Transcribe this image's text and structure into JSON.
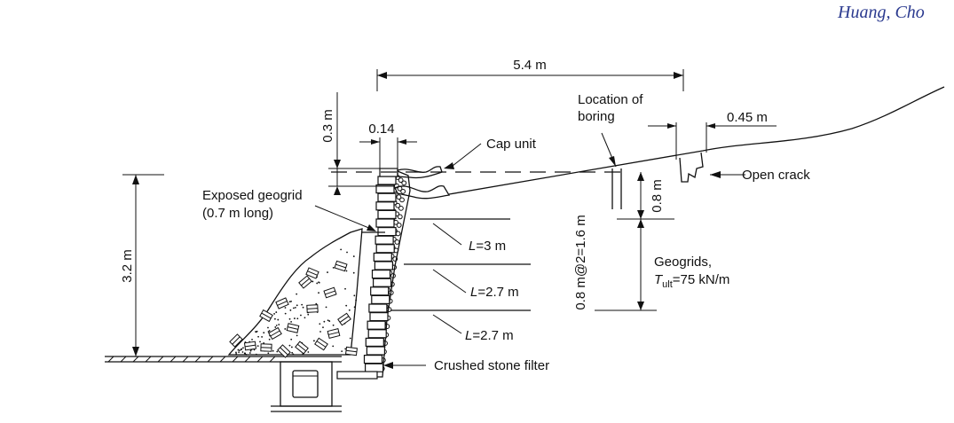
{
  "header": {
    "author_text": "Huang, Cho"
  },
  "dimensions": {
    "top_width": "5.4 m",
    "cap_height": "0.3 m",
    "cap_offset": "0.14",
    "crack_offset": "0.45 m",
    "wall_height": "3.2 m",
    "grid_spacing_top": "0.8 m",
    "grid_spacing_total": "0.8 m@2=1.6 m"
  },
  "labels": {
    "cap_unit": "Cap unit",
    "location_line1": "Location of",
    "location_line2": "boring",
    "open_crack": "Open crack",
    "exposed_line1": "Exposed geogrid",
    "exposed_line2": "(0.7 m long)",
    "geogrids_line1": "Geogrids,",
    "geogrids_T": "T",
    "geogrids_sub": "ult",
    "geogrids_rest": "=75 kN/m",
    "crushed_stone": "Crushed stone filter"
  },
  "geogrid_layers": [
    {
      "L": "L",
      "value": "=3 m"
    },
    {
      "L": "L",
      "value": "=2.7 m"
    },
    {
      "L": "L",
      "value": "=2.7 m"
    }
  ]
}
